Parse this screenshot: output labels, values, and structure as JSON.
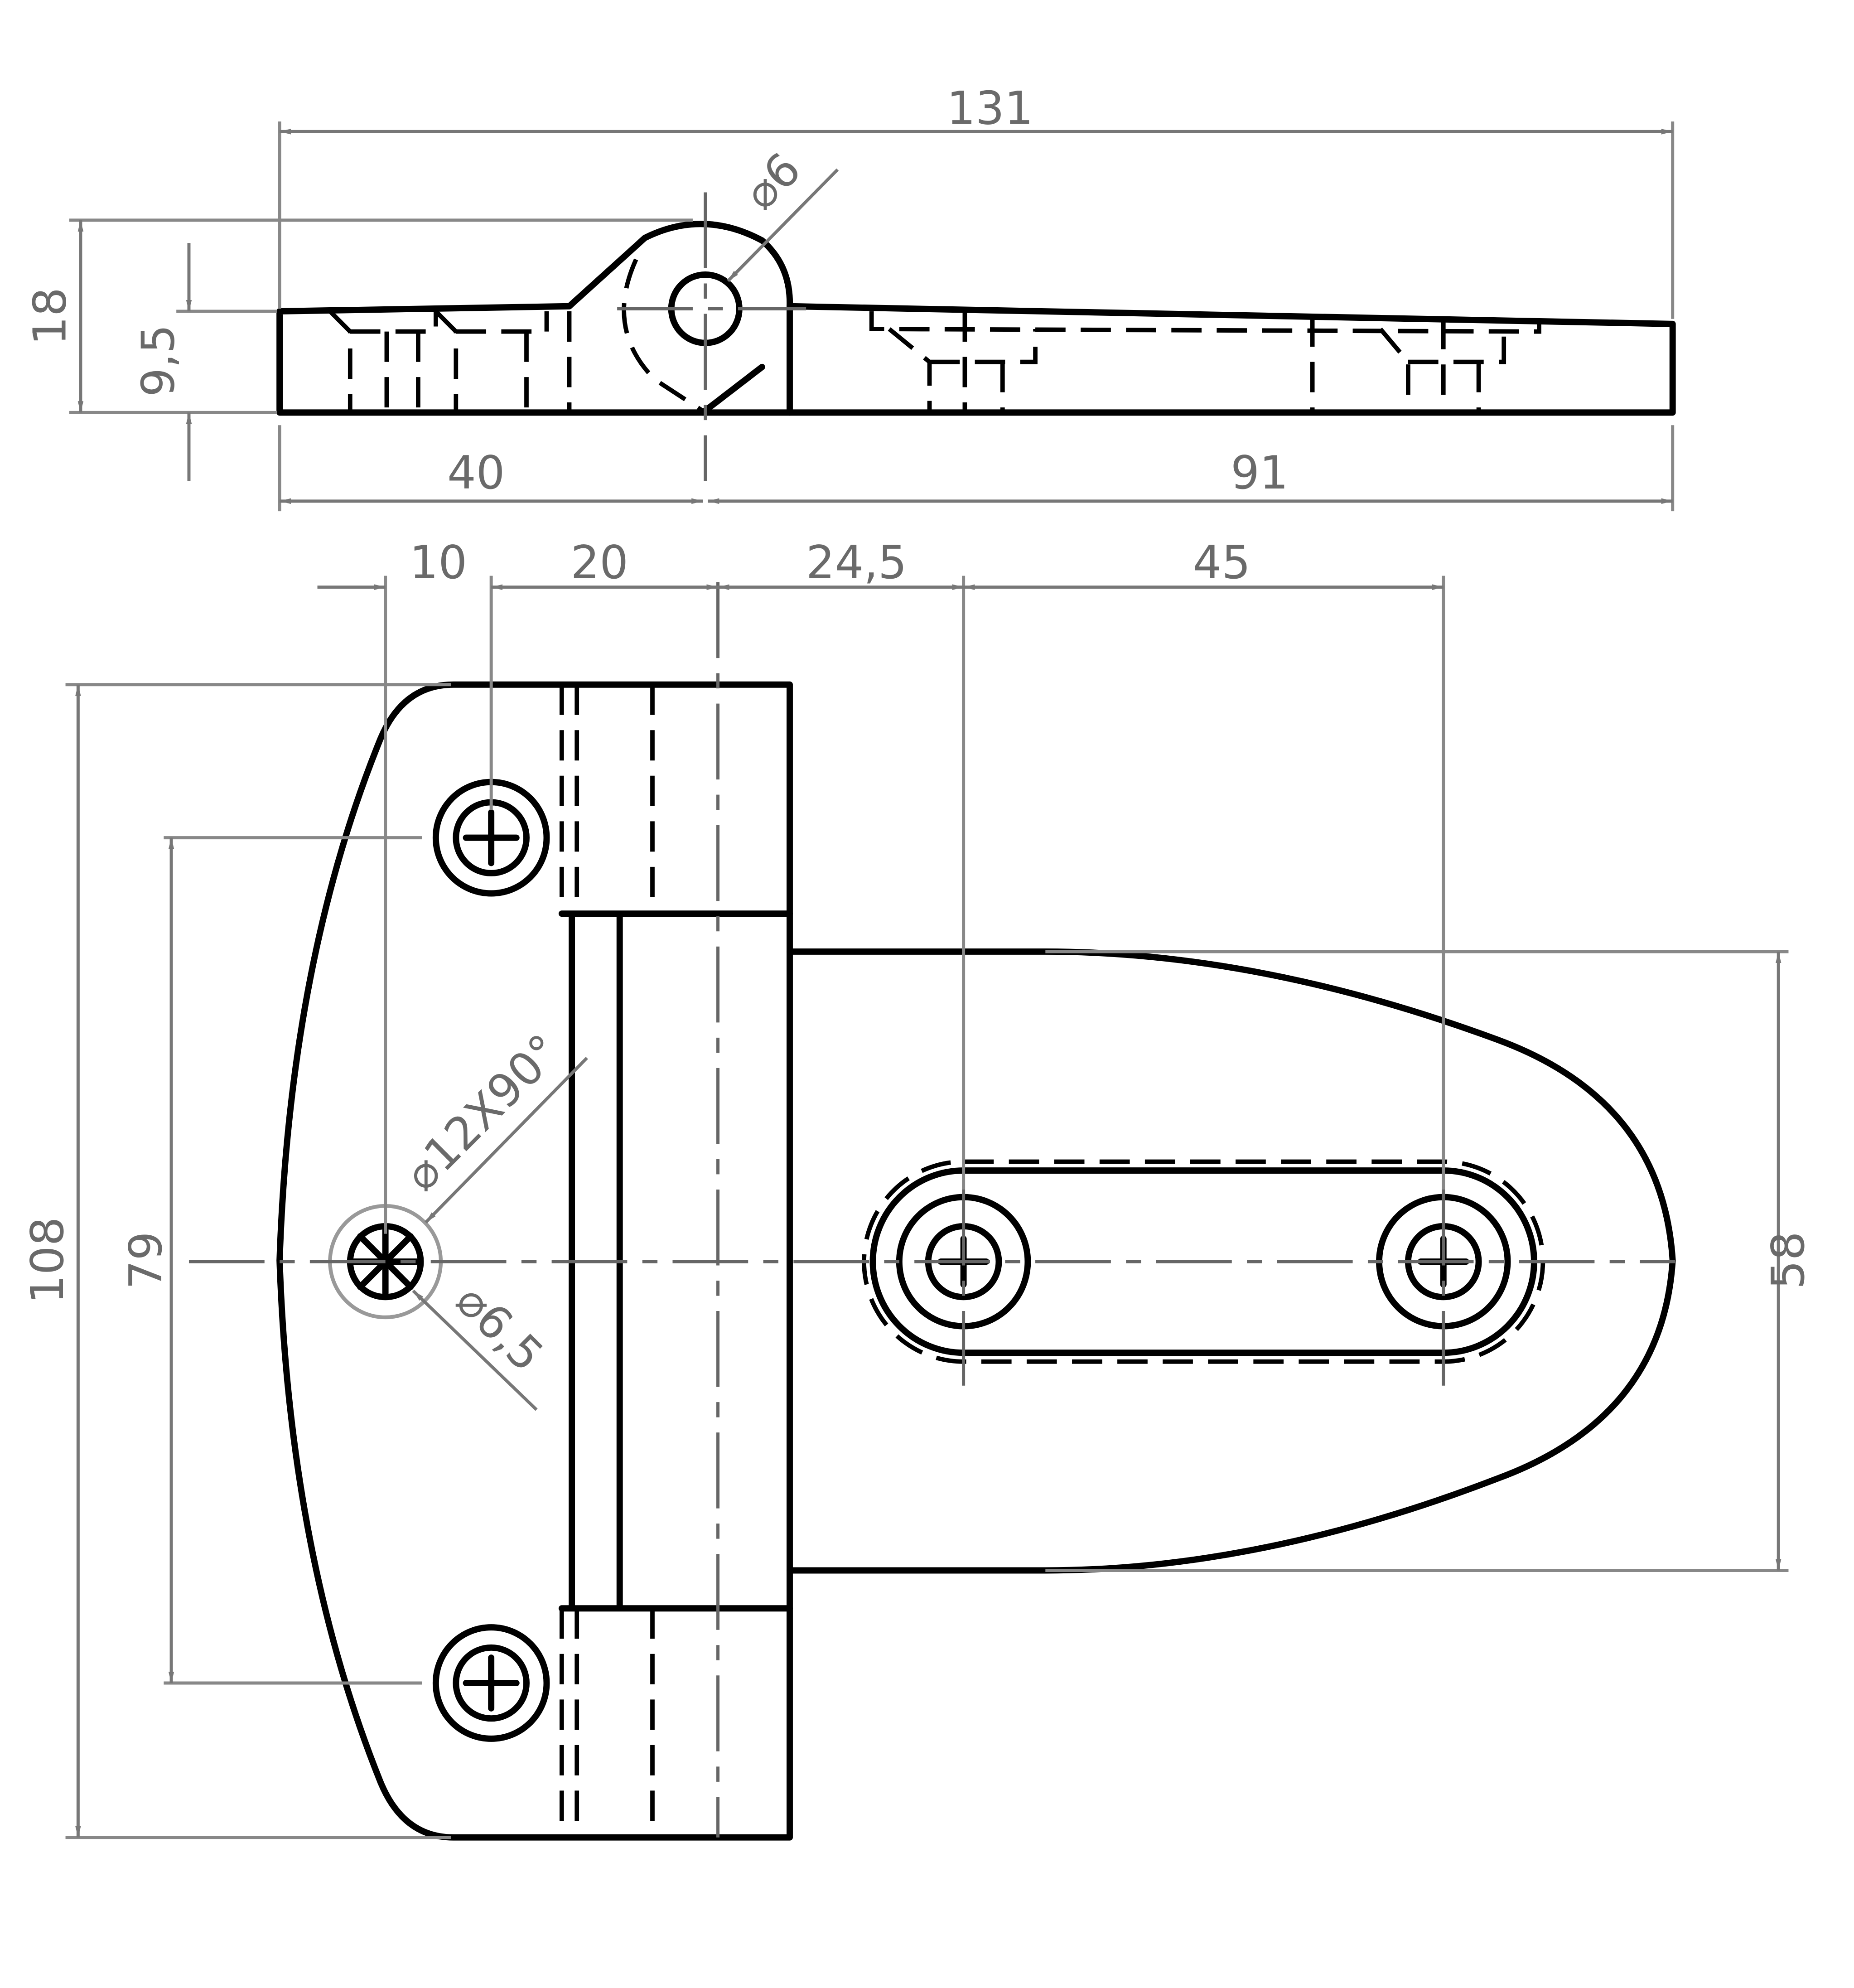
{
  "dimensions": {
    "overall_length": "131",
    "height_total": "18",
    "leaf_thickness": "9,5",
    "pin_diameter": "⌀6",
    "pin_to_left": "40",
    "pin_to_right": "91",
    "edge_to_hole": "10",
    "hole_to_pin": "20",
    "pin_to_slot_hole": "24,5",
    "slot_hole_spacing": "45",
    "left_leaf_height": "108",
    "hole_spacing_vertical": "79",
    "countersink": "⌀12X90°",
    "hole_diameter": "⌀6,5",
    "right_leaf_width": "58"
  },
  "colors": {
    "object_line": "#000000",
    "dimension_line": "#777777",
    "dimension_text": "#6a6a6a",
    "background": "#ffffff"
  }
}
